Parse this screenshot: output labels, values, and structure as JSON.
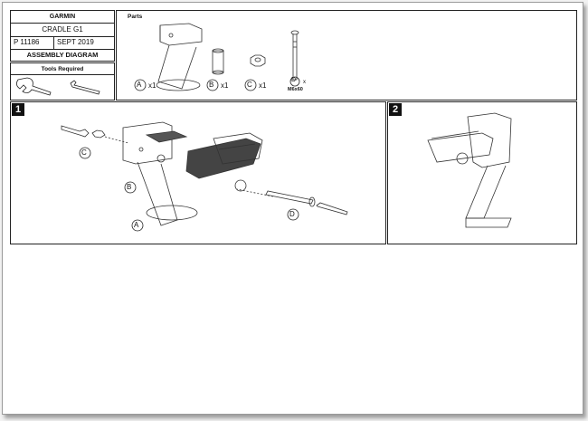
{
  "title_block": {
    "brand": "GARMIN",
    "product": "CRADLE G1",
    "part_number": "P 11186",
    "date": "SEPT 2019",
    "doc_type": "ASSEMBLY DIAGRAM"
  },
  "tools": {
    "heading": "Tools Required",
    "items": [
      "wrench-icon",
      "hex-key-icon"
    ]
  },
  "parts": {
    "heading": "Parts",
    "items": [
      {
        "letter": "A",
        "qty": "x1"
      },
      {
        "letter": "B",
        "qty": "x1"
      },
      {
        "letter": "C",
        "qty": "x1"
      },
      {
        "letter": "D",
        "qty": "x",
        "size": "M6x60"
      }
    ]
  },
  "steps": [
    {
      "number": "1",
      "callouts": [
        "C",
        "B",
        "A",
        "D"
      ]
    },
    {
      "number": "2"
    }
  ]
}
